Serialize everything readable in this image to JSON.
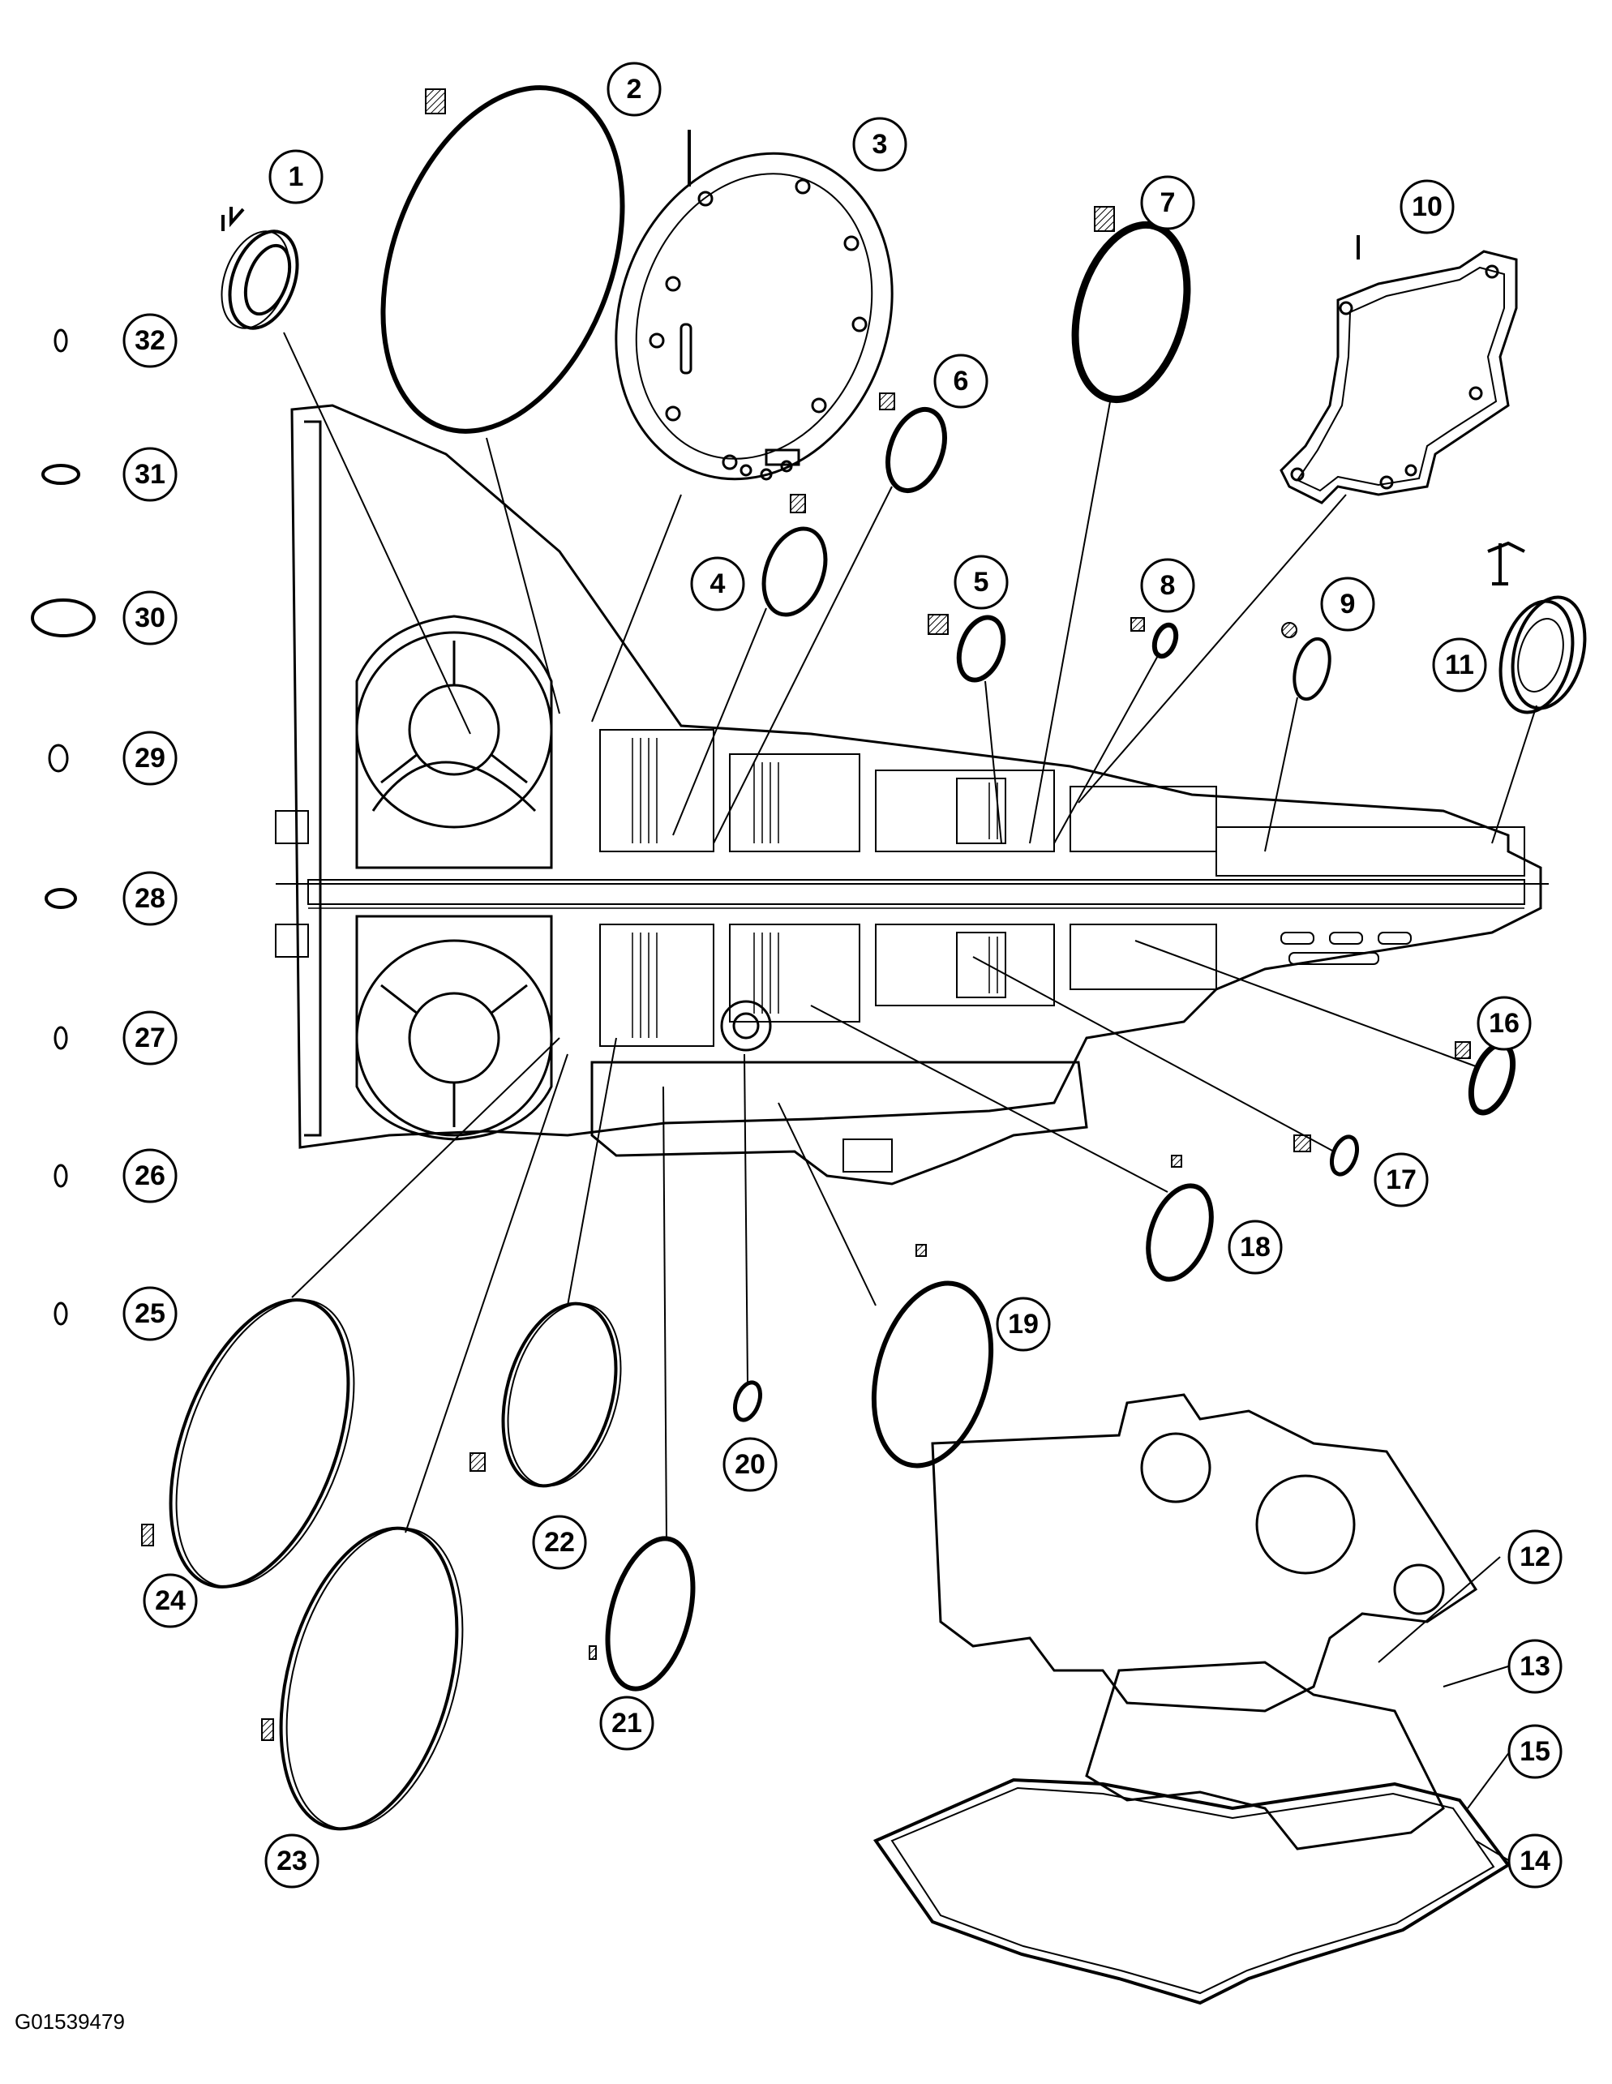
{
  "figure_id": "G01539479",
  "callouts": [
    {
      "number": "1"
    },
    {
      "number": "2"
    },
    {
      "number": "3"
    },
    {
      "number": "4"
    },
    {
      "number": "5"
    },
    {
      "number": "6"
    },
    {
      "number": "7"
    },
    {
      "number": "8"
    },
    {
      "number": "9"
    },
    {
      "number": "10"
    },
    {
      "number": "11"
    },
    {
      "number": "12"
    },
    {
      "number": "13"
    },
    {
      "number": "14"
    },
    {
      "number": "15"
    },
    {
      "number": "16"
    },
    {
      "number": "17"
    },
    {
      "number": "18"
    },
    {
      "number": "19"
    },
    {
      "number": "20"
    },
    {
      "number": "21"
    },
    {
      "number": "22"
    },
    {
      "number": "23"
    },
    {
      "number": "24"
    },
    {
      "number": "25"
    },
    {
      "number": "26"
    },
    {
      "number": "27"
    },
    {
      "number": "28"
    },
    {
      "number": "29"
    },
    {
      "number": "30"
    },
    {
      "number": "31"
    },
    {
      "number": "32"
    }
  ]
}
